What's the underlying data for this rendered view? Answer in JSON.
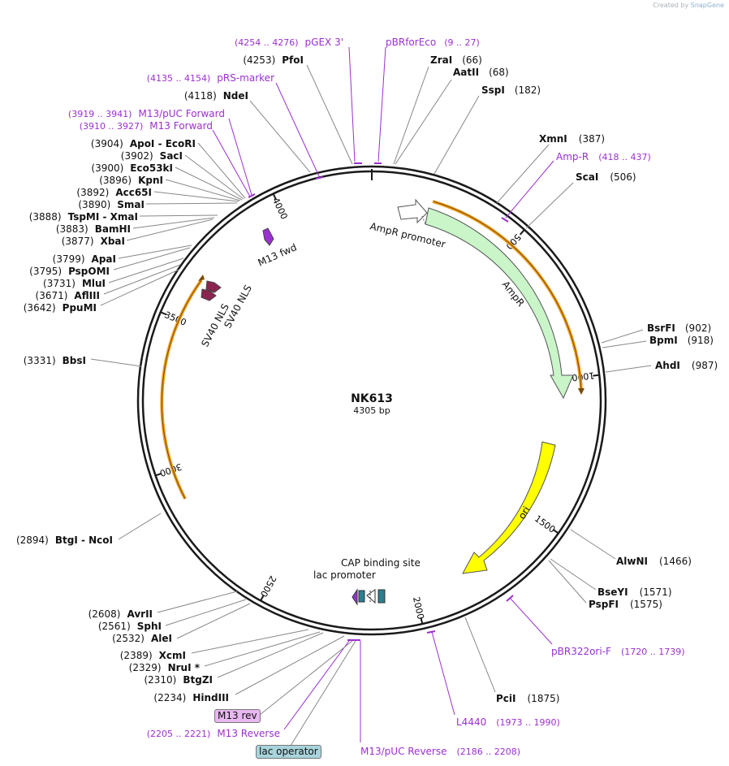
{
  "credit": {
    "prefix": "Created by",
    "brand": "SnapGene"
  },
  "plasmid": {
    "name": "NK613",
    "size_label": "4305 bp",
    "length": 4305
  },
  "ruler_ticks": [
    {
      "label": "500",
      "bp": 500
    },
    {
      "label": "1000",
      "bp": 1000
    },
    {
      "label": "1500",
      "bp": 1500
    },
    {
      "label": "2000",
      "bp": 2000
    },
    {
      "label": "2500",
      "bp": 2500
    },
    {
      "label": "3000",
      "bp": 3000
    },
    {
      "label": "3500",
      "bp": 3500
    },
    {
      "label": "4000",
      "bp": 4000
    }
  ],
  "enzymes": [
    {
      "name": "ZraI",
      "pos": "(66)"
    },
    {
      "name": "AatII",
      "pos": "(68)"
    },
    {
      "name": "SspI",
      "pos": "(182)"
    },
    {
      "name": "XmnI",
      "pos": "(387)"
    },
    {
      "name": "ScaI",
      "pos": "(506)"
    },
    {
      "name": "BsrFI",
      "pos": "(902)"
    },
    {
      "name": "BpmI",
      "pos": "(918)"
    },
    {
      "name": "AhdI",
      "pos": "(987)"
    },
    {
      "name": "AlwNI",
      "pos": "(1466)"
    },
    {
      "name": "BseYI",
      "pos": "(1571)"
    },
    {
      "name": "PspFI",
      "pos": "(1575)"
    },
    {
      "name": "PciI",
      "pos": "(1875)"
    },
    {
      "name": "HindIII",
      "pos": "(2234)"
    },
    {
      "name": "BtgZI",
      "pos": "(2310)"
    },
    {
      "name": "NruI *",
      "pos": "(2329)"
    },
    {
      "name": "XcmI",
      "pos": "(2389)"
    },
    {
      "name": "AleI",
      "pos": "(2532)"
    },
    {
      "name": "SphI",
      "pos": "(2561)"
    },
    {
      "name": "AvrII",
      "pos": "(2608)"
    },
    {
      "name": "BtgI - NcoI",
      "pos": "(2894)"
    },
    {
      "name": "BbsI",
      "pos": "(3331)"
    },
    {
      "name": "PpuMI",
      "pos": "(3642)"
    },
    {
      "name": "AflIII",
      "pos": "(3671)"
    },
    {
      "name": "MluI",
      "pos": "(3731)"
    },
    {
      "name": "PspOMI",
      "pos": "(3795)"
    },
    {
      "name": "ApaI",
      "pos": "(3799)"
    },
    {
      "name": "XbaI",
      "pos": "(3877)"
    },
    {
      "name": "BamHI",
      "pos": "(3883)"
    },
    {
      "name": "TspMI - XmaI",
      "pos": "(3888)"
    },
    {
      "name": "SmaI",
      "pos": "(3890)"
    },
    {
      "name": "Acc65I",
      "pos": "(3892)"
    },
    {
      "name": "KpnI",
      "pos": "(3896)"
    },
    {
      "name": "Eco53kI",
      "pos": "(3900)"
    },
    {
      "name": "SacI",
      "pos": "(3902)"
    },
    {
      "name": "ApoI - EcoRI",
      "pos": "(3904)"
    },
    {
      "name": "NdeI",
      "pos": "(4118)"
    },
    {
      "name": "PfoI",
      "pos": "(4253)"
    }
  ],
  "primers": [
    {
      "name": "pGEX 3'",
      "range": "(4254 .. 4276)"
    },
    {
      "name": "pBRforEco",
      "range": "(9 .. 27)"
    },
    {
      "name": "pRS-marker",
      "range": "(4135 .. 4154)"
    },
    {
      "name": "M13/pUC Forward",
      "range": "(3919 .. 3941)"
    },
    {
      "name": "M13 Forward",
      "range": "(3910 .. 3927)"
    },
    {
      "name": "Amp-R",
      "range": "(418 .. 437)"
    },
    {
      "name": "pBR322ori-F",
      "range": "(1720 .. 1739)"
    },
    {
      "name": "L4440",
      "range": "(1973 .. 1990)"
    },
    {
      "name": "M13/pUC Reverse",
      "range": "(2186 .. 2208)"
    },
    {
      "name": "M13 Reverse",
      "range": "(2205 .. 2221)"
    }
  ],
  "features": {
    "ampr_promoter": "AmpR promoter",
    "ampr": "AmpR",
    "ori": "ori",
    "cap_site": "CAP binding site",
    "lac_promoter": "lac promoter",
    "m13_fwd": "M13 fwd",
    "sv40_a": "SV40 NLS",
    "sv40_b": "SV40 NLS",
    "m13_rev_tag": "M13 rev",
    "lac_operator_tag": "lac operator"
  },
  "colors": {
    "backbone": "#1a1a1a",
    "primer": "#9b30d0",
    "ampr": "#c9f5c9",
    "ori": "#ffff00",
    "orf_orange": "#f0a020",
    "sv40": "#8b2550",
    "m13": "#9b30d0",
    "lac_teal": "#2a8090"
  }
}
